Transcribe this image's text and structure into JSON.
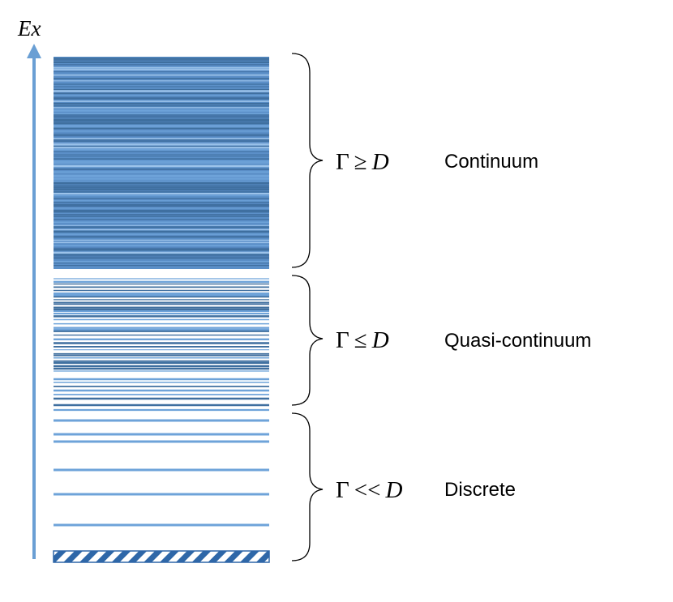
{
  "axis": {
    "label": "Ex",
    "color": "#6a9fd4"
  },
  "colors": {
    "level_light": "#6ea3d9",
    "level_dark": "#3f6f9f",
    "level_band": "#5b8fc8",
    "hatch": "#2e67a8",
    "bracket": "#000000"
  },
  "regions": [
    {
      "id": "continuum",
      "symbol": "Γ",
      "relation": "≥",
      "variable": "D",
      "name": "Continuum"
    },
    {
      "id": "quasi",
      "symbol": "Γ",
      "relation": "≤",
      "variable": "D",
      "name": "Quasi-continuum"
    },
    {
      "id": "discrete",
      "symbol": "Γ",
      "relation": "<<",
      "variable": "D",
      "name": "Discrete"
    }
  ],
  "legend_icon": "ground-state-hatched-bar"
}
